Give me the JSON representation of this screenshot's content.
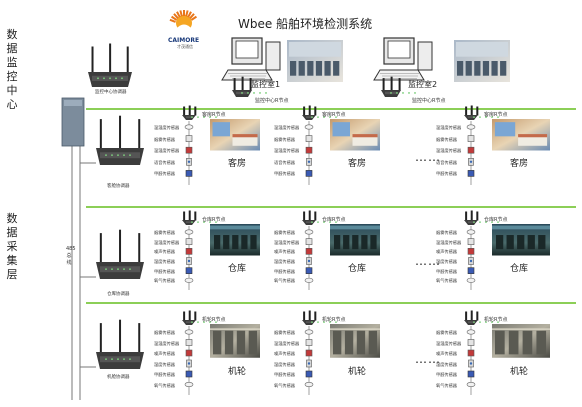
{
  "title": "Wbee  船舶环境检测系统",
  "logo": {
    "word": "CAIMORE",
    "sub": "才茂通信"
  },
  "side_labels": {
    "monitor_center": "数据监控中心",
    "data_collection": "数据采集层",
    "bus": "485总线"
  },
  "center_coordinator": "监控中心协调器",
  "monitor_rooms": [
    {
      "label": "监控室1",
      "node": "监控中心R节点"
    },
    {
      "label": "监控室2",
      "node": "监控中心R节点"
    }
  ],
  "coordinators": [
    "客舱协调器",
    "仓库协调器",
    "机舱协调器"
  ],
  "ellipsis": "……",
  "rows": [
    {
      "room": "客房",
      "node": "客房R节点",
      "sensors": [
        "温湿度传感器",
        "烟雾传感器",
        "温湿度传感器",
        "语音传感器",
        "甲醛传感器"
      ]
    },
    {
      "room": "仓库",
      "node": "仓库R节点",
      "sensors": [
        "烟雾传感器",
        "温湿度传感器",
        "噪声传感器",
        "湿度传感器",
        "甲醛传感器",
        "氧气传感器"
      ]
    },
    {
      "room": "机轮",
      "node": "机轮R节点",
      "sensors": [
        "烟雾传感器",
        "温湿度传感器",
        "噪声传感器",
        "湿度传感器",
        "甲醛传感器",
        "氧气传感器"
      ]
    }
  ],
  "colors": {
    "green_line": "#8ccf57",
    "gray_line": "#777777",
    "router_body": "#3c3c3c",
    "switch_body": "#7c8c9c"
  }
}
